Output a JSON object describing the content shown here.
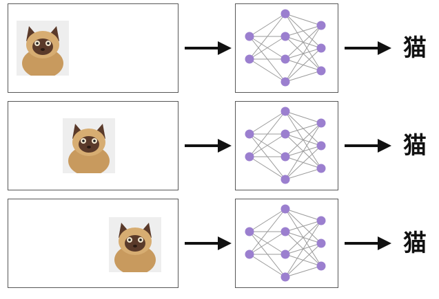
{
  "rows": [
    {
      "output_label": "猫"
    },
    {
      "output_label": "猫"
    },
    {
      "output_label": "猫"
    }
  ],
  "colors": {
    "neuron": "#9b7fcf",
    "edge": "#9a9a9a",
    "arrow": "#111111",
    "frame_border": "#555555"
  },
  "icons": {
    "input_image": "cat-photo",
    "network": "neural-network-icon",
    "arrow": "right-arrow-icon"
  }
}
